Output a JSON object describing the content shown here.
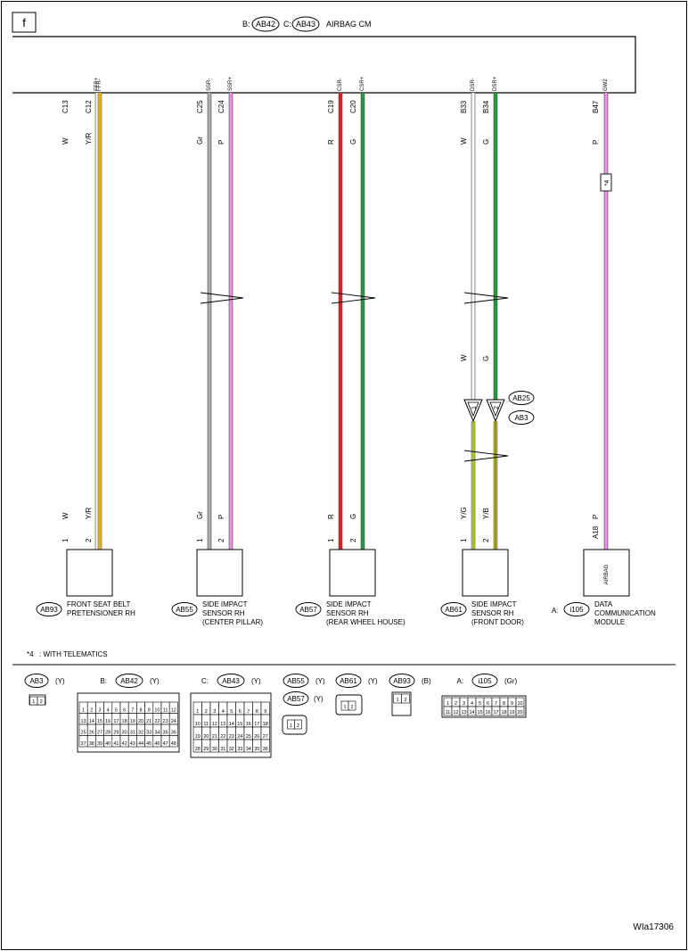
{
  "page_tag": "f",
  "header": {
    "prefix_b": "B:",
    "conn_b": "AB42",
    "prefix_c": "C:",
    "conn_c": "AB43",
    "title": "AIRBAG CM"
  },
  "wire_colors": {
    "W": "#ffffff",
    "Y": "#f2ea1f",
    "YR_stripe": "#e8521c",
    "Gr": "#b0b0b0",
    "P": "#ef92e6",
    "R": "#e81f1f",
    "G": "#1e9e3a"
  },
  "circuits": [
    {
      "id": "ab93",
      "pins": [
        {
          "term": "FFR+",
          "cav": "C13",
          "color": "W",
          "bottom_color": "W",
          "bottom_pin": "1"
        },
        {
          "term": "FFR-",
          "cav": "C12",
          "color": "Y/R",
          "bottom_color": "Y/R",
          "bottom_pin": "2"
        }
      ],
      "connector": "AB93",
      "label": [
        "FRONT SEAT BELT",
        "PRETENSIONER RH"
      ]
    },
    {
      "id": "ab55",
      "pins": [
        {
          "term": "SSR-",
          "cav": "C25",
          "color": "Gr",
          "bottom_color": "Gr",
          "bottom_pin": "1"
        },
        {
          "term": "SSR+",
          "cav": "C24",
          "color": "P",
          "bottom_color": "P",
          "bottom_pin": "2"
        }
      ],
      "connector": "AB55",
      "label": [
        "SIDE IMPACT",
        "SENSOR RH",
        "(CENTER PILLAR)"
      ]
    },
    {
      "id": "ab57",
      "pins": [
        {
          "term": "CSR-",
          "cav": "C19",
          "color": "R",
          "bottom_color": "R",
          "bottom_pin": "1"
        },
        {
          "term": "CSR+",
          "cav": "C20",
          "color": "G",
          "bottom_color": "G",
          "bottom_pin": "2"
        }
      ],
      "connector": "AB57",
      "label": [
        "SIDE IMPACT",
        "SENSOR RH",
        "(REAR WHEEL HOUSE)"
      ]
    },
    {
      "id": "ab61",
      "pins": [
        {
          "term": "DSR-",
          "cav": "B33",
          "color": "W",
          "mid_color": "W",
          "bottom_color": "Y/G",
          "bottom_pin": "1",
          "junction_pin": "1"
        },
        {
          "term": "DSR+",
          "cav": "B34",
          "color": "G",
          "mid_color": "G",
          "bottom_color": "Y/B",
          "bottom_pin": "2",
          "junction_pin": "2"
        }
      ],
      "junction": [
        "AB25",
        "AB3"
      ],
      "connector": "AB61",
      "label": [
        "SIDE IMPACT",
        "SENSOR RH",
        "(FRONT DOOR)"
      ]
    },
    {
      "id": "i105",
      "pins": [
        {
          "term": "GW2",
          "cav": "B47",
          "color": "P",
          "bottom_color": "P",
          "bottom_pin": "A18",
          "note": "*4",
          "module_term": "AIRBAG"
        }
      ],
      "connector_prefix": "A:",
      "connector": "i105",
      "label": [
        "DATA",
        "COMMUNICATION",
        "MODULE"
      ]
    }
  ],
  "footnote": {
    "mark": "*4",
    "text": ": WITH TELEMATICS"
  },
  "connector_views": [
    {
      "id": "ab3",
      "name": "AB3",
      "color": "(Y)",
      "pins": [
        "1",
        "2"
      ]
    },
    {
      "id": "ab42",
      "prefix": "B:",
      "name": "AB42",
      "color": "(Y)",
      "rows": [
        [
          "1",
          "2",
          "3",
          "4",
          "5",
          "6",
          "7",
          "8",
          "9",
          "10",
          "11",
          "12"
        ],
        [
          "13",
          "14",
          "15",
          "16",
          "17",
          "18",
          "19",
          "20",
          "21",
          "22",
          "23",
          "24"
        ],
        [
          "25",
          "26",
          "27",
          "28",
          "29",
          "30",
          "31",
          "32",
          "33",
          "34",
          "35",
          "36"
        ],
        [
          "37",
          "38",
          "39",
          "40",
          "41",
          "42",
          "43",
          "44",
          "45",
          "46",
          "47",
          "48"
        ]
      ]
    },
    {
      "id": "ab43",
      "prefix": "C:",
      "name": "AB43",
      "color": "(Y)",
      "rows": [
        [
          "1",
          "2",
          "3",
          "4",
          "5",
          "6",
          "7",
          "8",
          "9"
        ],
        [
          "10",
          "11",
          "12",
          "13",
          "14",
          "15",
          "16",
          "17",
          "18"
        ],
        [
          "19",
          "20",
          "21",
          "22",
          "23",
          "24",
          "25",
          "26",
          "27"
        ],
        [
          "28",
          "29",
          "30",
          "31",
          "32",
          "33",
          "34",
          "35",
          "36"
        ]
      ]
    },
    {
      "id": "ab55",
      "name": "AB55",
      "color": "(Y)",
      "pins": [
        "1",
        "2"
      ]
    },
    {
      "id": "ab57",
      "name": "AB57",
      "color": "(Y)"
    },
    {
      "id": "ab61",
      "name": "AB61",
      "color": "(Y)",
      "pins": [
        "1",
        "2"
      ]
    },
    {
      "id": "ab93",
      "name": "AB93",
      "color": "(B)",
      "pins": [
        "1",
        "2"
      ]
    },
    {
      "id": "i105",
      "prefix": "A:",
      "name": "i105",
      "color": "(Gr)",
      "rows": [
        [
          "1",
          "2",
          "3",
          "4",
          "5",
          "6",
          "7",
          "8",
          "9",
          "10"
        ],
        [
          "11",
          "12",
          "13",
          "14",
          "15",
          "16",
          "17",
          "18",
          "19",
          "20"
        ]
      ]
    }
  ],
  "figure_id": "WIa17306"
}
